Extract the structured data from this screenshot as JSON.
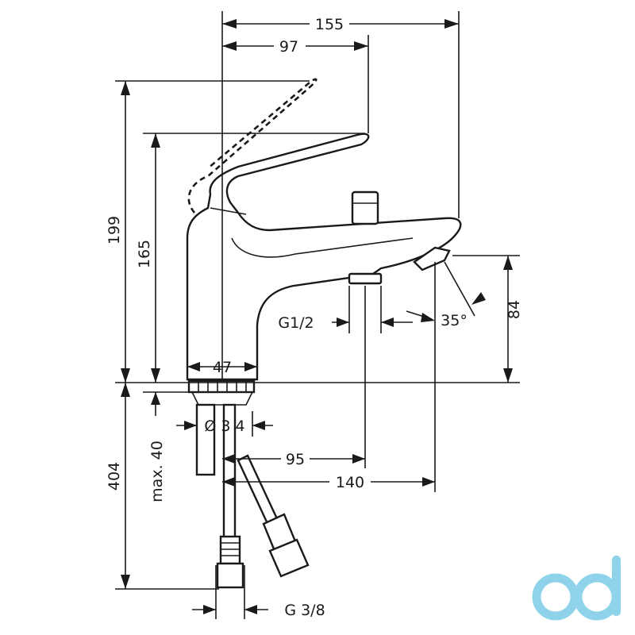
{
  "dimensions": {
    "overall_width": "155",
    "lever_offset": "97",
    "total_height": "199",
    "spout_height": "165",
    "outlet_height": "84",
    "outlet_thread": "G1/2",
    "outlet_angle": "35°",
    "base_width": "47",
    "hole_diameter": "Ø 3 4",
    "counter_thickness": "max. 40",
    "hose_length": "404",
    "outlet_reach": "95",
    "spout_reach": "140",
    "hose_thread": "G 3/8"
  },
  "logo": {
    "text": "cd",
    "color": "#8fd3ea"
  }
}
